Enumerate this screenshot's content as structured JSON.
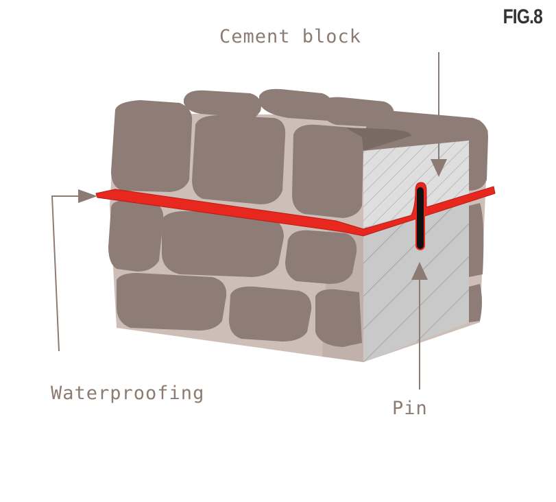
{
  "figure": {
    "label": "FIG.8"
  },
  "callouts": {
    "cement_block": "Cement block",
    "waterproofing": "Waterproofing",
    "pin": "Pin"
  },
  "colors": {
    "stone": "#8e7d77",
    "stone_dark": "#7a6a64",
    "mortar": "#cdbfb8",
    "mortar_shadow": "#b7a8a1",
    "waterproofing": "#e8281e",
    "waterproofing_dark": "#b31d17",
    "concrete": "#c9c9c9",
    "concrete_light": "#dedede",
    "pin": "#111111",
    "leader": "#8c7b72"
  }
}
